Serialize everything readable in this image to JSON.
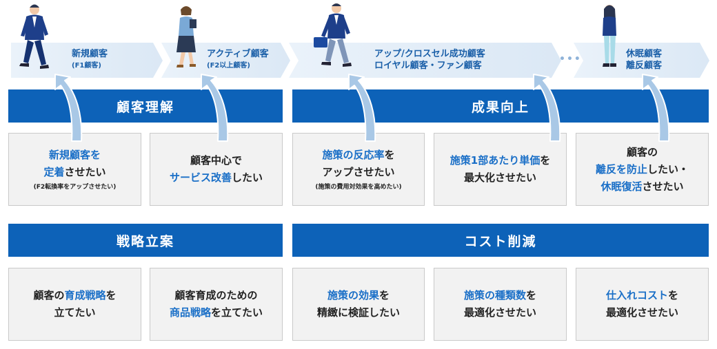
{
  "stages": [
    {
      "main": "新規顧客",
      "sub": "(F1顧客)"
    },
    {
      "main": "アクティブ顧客",
      "sub": "(F2以上顧客)"
    },
    {
      "main": "アップ/クロスセル成功顧客",
      "sub": "ロイヤル顧客・ファン顧客"
    },
    {
      "main": "休眠顧客",
      "sub": "離反顧客"
    }
  ],
  "ellipsis": "•••",
  "headers": {
    "understanding": "顧客理解",
    "results": "成果向上",
    "strategy": "戦略立案",
    "cost": "コスト削減"
  },
  "cards": {
    "c1": {
      "l1a": "新規顧客を",
      "l2a": "定着",
      "l2b": "させたい",
      "note": "(F2転換率をアップさせたい)"
    },
    "c2": {
      "l1a": "顧客中心で",
      "l2a": "サービス改善",
      "l2b": "したい"
    },
    "c3": {
      "l1a": "施策の反応率",
      "l1b": "を",
      "l2a": "アップさせたい",
      "note": "(施策の費用対効果を高めたい)"
    },
    "c4": {
      "l1a": "施策1部あたり単価",
      "l1b": "を",
      "l2a": "最大化させたい"
    },
    "c5": {
      "l1a": "顧客の",
      "l2a": "離反を防止",
      "l2b": "したい・",
      "l3a": "休眠復活",
      "l3b": "させたい"
    },
    "c6": {
      "l1a": "顧客の",
      "l1b": "育成戦略",
      "l1c": "を",
      "l2a": "立てたい"
    },
    "c7": {
      "l1a": "顧客育成のための",
      "l2a": "商品戦略",
      "l2b": "を立てたい"
    },
    "c8": {
      "l1a": "施策の効果",
      "l1b": "を",
      "l2a": "精緻に検証したい"
    },
    "c9": {
      "l1a": "施策の種類数",
      "l1b": "を",
      "l2a": "最適化させたい"
    },
    "c10": {
      "l1a": "仕入れコスト",
      "l1b": "を",
      "l2a": "最適化させたい"
    }
  },
  "colors": {
    "accent": "#0d62b8",
    "highlight": "#1a6fc7",
    "band": "#e3eef8",
    "arrow": "#a9c8e6"
  }
}
